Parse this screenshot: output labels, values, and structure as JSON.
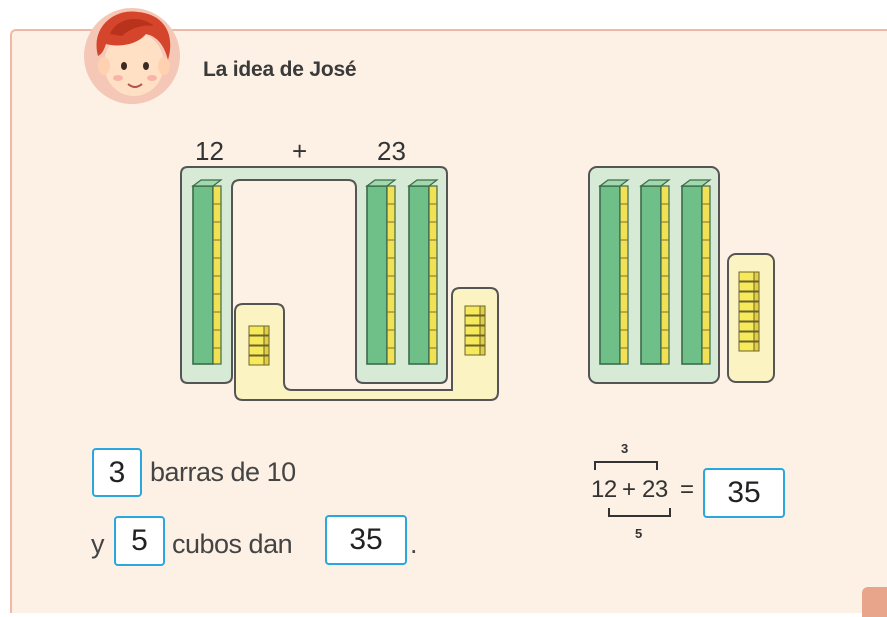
{
  "header": {
    "title": "La idea de José"
  },
  "problem": {
    "addend_a": "12",
    "operator": "+",
    "addend_b": "23"
  },
  "answers": {
    "line1_value": "3",
    "line1_text": "barras de 10",
    "line2_prefix": "y",
    "line2_value": "5",
    "line2_text": "cubos dan",
    "line2_result": "35",
    "line2_period": "."
  },
  "equation": {
    "top_bracket_label": "3",
    "a": "12",
    "plus": "+",
    "b": "23",
    "equals": "=",
    "bottom_bracket_label": "5",
    "result": "35"
  },
  "colors": {
    "panel_bg": "#fdf1e5",
    "panel_border": "#efb9a6",
    "answer_border": "#2aa7df",
    "ten_bar_green": "#7fcb95",
    "unit_cube_yellow": "#f6e95a",
    "group_green": "#d6ead6",
    "group_yellow": "#fbf4c2"
  },
  "icons": {
    "avatar": "boy-red-hair-avatar",
    "ten_rod": "ten-rod-icon",
    "unit_cube": "unit-cube-icon"
  }
}
